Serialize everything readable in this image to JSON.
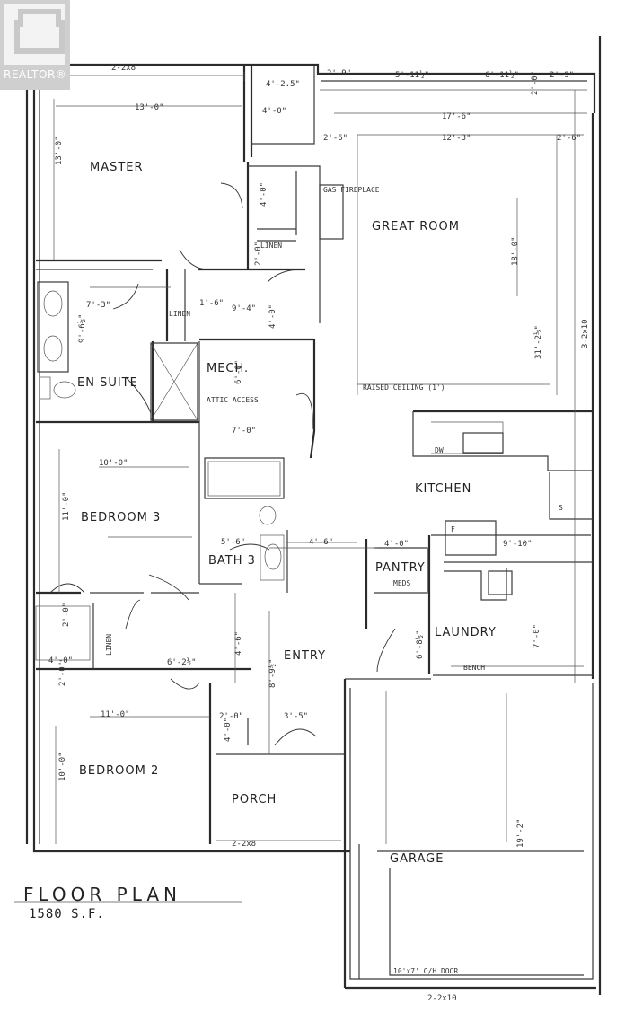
{
  "watermark": {
    "text": "REALTOR®",
    "icon": "realtor-house-icon"
  },
  "plan_title": "FLOOR PLAN",
  "plan_area": "1580 S.F.",
  "rooms": {
    "master": "MASTER",
    "great_room": "GREAT ROOM",
    "ensuite": "EN SUITE",
    "mech": "MECH.",
    "kitchen": "KITCHEN",
    "bedroom3": "BEDROOM 3",
    "bath3": "BATH 3",
    "pantry": "PANTRY",
    "laundry": "LAUNDRY",
    "entry": "ENTRY",
    "bedroom2": "BEDROOM 2",
    "porch": "PORCH",
    "garage": "GARAGE"
  },
  "labels": {
    "gas_fireplace": "GAS FIREPLACE",
    "linen1": "LINEN",
    "linen2": "LINEN",
    "linen3": "LINEN",
    "attic_access": "ATTIC ACCESS",
    "raised_ceiling": "RAISED CEILING (1')",
    "bench": "BENCH",
    "meds": "MEDS",
    "dw": "DW",
    "f": "F",
    "s": "S",
    "garage_door": "10'x7' O/H DOOR"
  },
  "dimensions": {
    "top_header_left": "2-2x8",
    "master_width": "13'-0\"",
    "master_depth": "13'-0\"",
    "closet_top": "4'-2.5\"",
    "closet_4_0": "4'-0\"",
    "top_2_9": "2'-9\"",
    "top_5_11": "5'-11½\"",
    "top_6_11": "6'-11½\"",
    "top_2_9b": "2'-9\"",
    "top_2_0": "2'-0\"",
    "great_17_6": "17'-6\"",
    "top_2_6": "2'-6\"",
    "great_12_3": "12'-3\"",
    "top_2_6b": "2'-6\"",
    "fireplace_4_0": "4'-0\"",
    "great_depth": "18'-0\"",
    "great_total": "31'-2½\"",
    "header_right": "3-2x10",
    "linen_2_0": "2'-0\"",
    "ensuite_7_3": "7'-3\"",
    "ensuite_9_6": "9'-6½\"",
    "hall_1_6": "1'-6\"",
    "hall_9_4": "9'-4\"",
    "hall_4_0": "4'-0\"",
    "mech_6_0": "6'-0\"",
    "mech_7_0": "7'-0\"",
    "bed3_width": "10'-0\"",
    "bed3_depth": "11'-0\"",
    "bath_5_6": "5'-6\"",
    "pantry_4_6": "4'-6\"",
    "pantry_4_0": "4'-0\"",
    "kitchen_9_10": "9'-10\"",
    "laundry_7_0": "7'-0\"",
    "laundry_6_8": "6'-8½\"",
    "closet_2_0": "2'-0\"",
    "closet_4_0b": "4'-0\"",
    "closet_2_0b": "2'-0\"",
    "hall_6_2": "6'-2½\"",
    "hall_4_6": "4'-6\"",
    "entry_8_9": "8'-9½\"",
    "bed2_width": "11'-0\"",
    "bed2_depth": "10'-0\"",
    "porch_2_0": "2'-0\"",
    "porch_4_0": "4'-0\"",
    "porch_3_5": "3'-5\"",
    "porch_header": "2-2x8",
    "garage_depth": "19'-2\"",
    "garage_header": "2-2x10"
  }
}
